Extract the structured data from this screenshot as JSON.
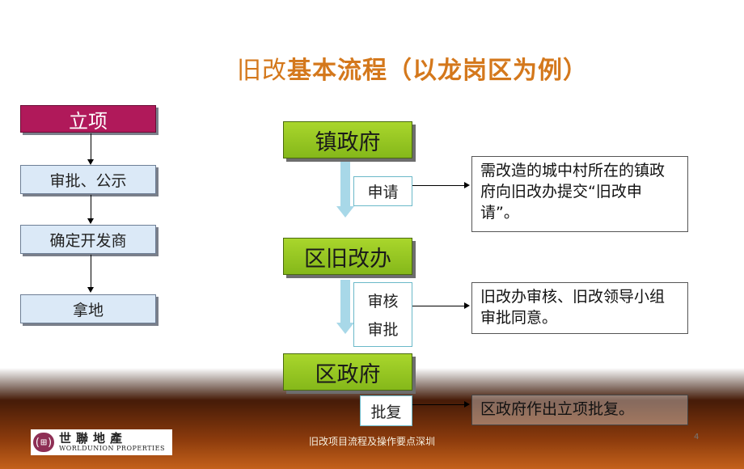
{
  "title": {
    "normal": "旧改",
    "bold": "基本流程（以龙岗区为例）"
  },
  "left_flow": {
    "start": "立项",
    "steps": [
      "审批、公示",
      "确定开发商",
      "拿地"
    ]
  },
  "main_flow": {
    "nodes": [
      "镇政府",
      "区旧改办",
      "区政府"
    ],
    "actions": [
      "申请",
      "审核",
      "审批",
      "批复"
    ],
    "descriptions": [
      "需改造的城中村所在的镇政府向旧改办提交“旧改申请”。",
      "旧改办审核、旧改领导小组审批同意。",
      "区政府作出立项批复。"
    ]
  },
  "footer": {
    "logo_cn": "世聯地產",
    "logo_en": "WORLDUNION PROPERTIES",
    "text": "旧改项目流程及操作要点深圳",
    "page": "4"
  },
  "colors": {
    "title": "#d4781c",
    "start_box": "#b0195a",
    "green": "#8cc21e",
    "step_box": "#dbe9f7",
    "flow_arrow": "#a8d8e8"
  }
}
